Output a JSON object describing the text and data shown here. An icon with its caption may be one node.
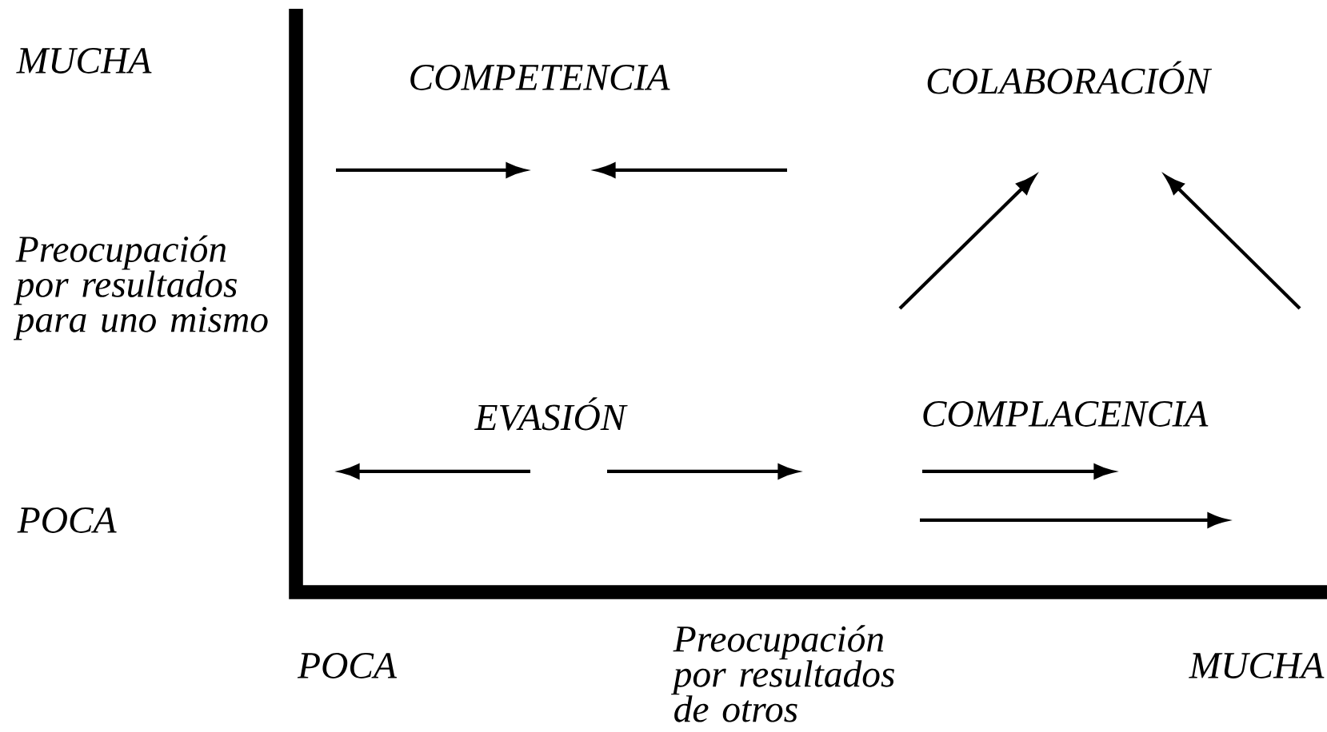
{
  "diagram": {
    "labels": [
      "MUCHA",
      "COMPETENCIA",
      "COLABORACIÓN",
      "Preocupación por resultados para uno mismo",
      "EVASIÓN",
      "COMPLACENCIA",
      "POCA",
      "POCA",
      "Preocupación por resultados de otros",
      "MUCHA"
    ]
  }
}
